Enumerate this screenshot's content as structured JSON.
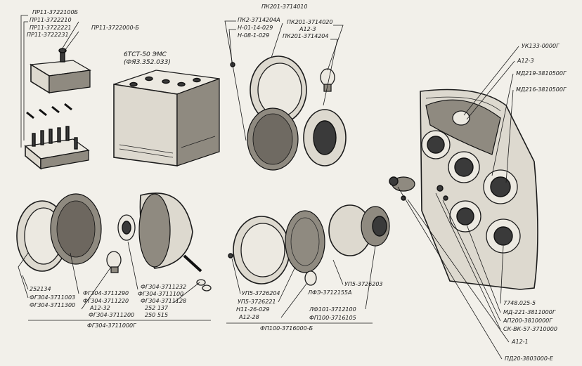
{
  "fuse_block": {
    "labels": [
      "ПР11-3722100Б",
      "ПР11-3722210",
      "ПР11-3722221",
      "ПР11-3722231"
    ],
    "assembly": "ПР11-3722000-Б"
  },
  "battery": {
    "model": "6ТСТ-50 ЭМС",
    "spec": "(ФЯЗ.352.033)"
  },
  "side_lamp": {
    "top": "ПК201-3714010",
    "labels_left": [
      "ПК2-3714204А",
      "Н-01-14-029",
      "Н-08-1-029"
    ],
    "labels_right": [
      "ПК201-3714020",
      "А12-3",
      "ПК201-3714204"
    ]
  },
  "headlamp": {
    "labels_left": [
      "252134",
      "ФГ304-3711003",
      "ФГ304-3711300"
    ],
    "labels_mid": [
      "ФГ304-3711290",
      "ФГ304-3711220",
      "А12-32",
      "ФГ304-3711200"
    ],
    "labels_right": [
      "ФГ304-3711232",
      "ФГ304-3711100",
      "ФГ304-3711128",
      "252 137",
      "250 515"
    ],
    "assembly": "ФГ304-3711000Г"
  },
  "rear_lamp": {
    "labels_left": [
      "УП5-3726204",
      "УП5-3726221",
      "Н11-26-029",
      "А12-28"
    ],
    "labels_right": [
      "УП5-3726203",
      "ЛФЭ-3712155А",
      "ЛФ101-3712100",
      "ФП100-3716105"
    ],
    "assembly": "ФП100-3716000-Б"
  },
  "panel": {
    "labels_top": [
      "УК133-0000Г",
      "А12-3",
      "МД219-3810500Г",
      "МД216-3810500Г"
    ],
    "labels_bottom": [
      "7748.025-5",
      "МД-221-3811000Г",
      "АП200-3810000Г",
      "СК-ВК-57-3710000",
      "А12-1",
      "ПД20-3803000-Е"
    ]
  }
}
